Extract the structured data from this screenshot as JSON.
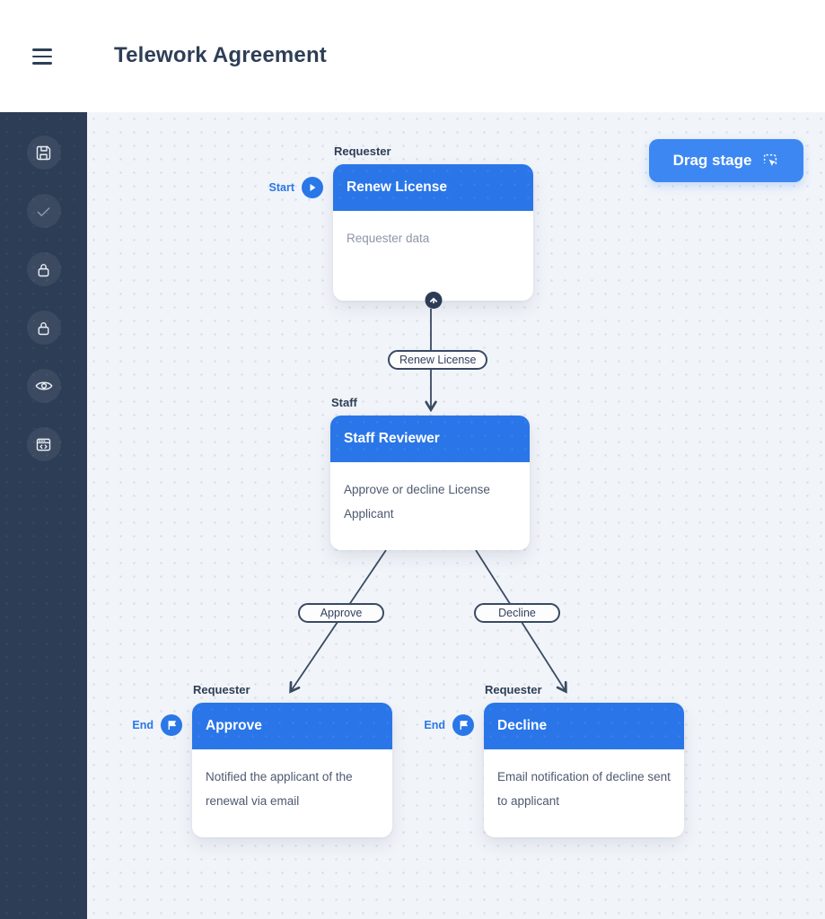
{
  "header": {
    "title": "Telework Agreement",
    "menu_icon": "hamburger-icon"
  },
  "sidebar": {
    "items": [
      {
        "icon": "save-icon"
      },
      {
        "icon": "check-icon"
      },
      {
        "icon": "lock-icon"
      },
      {
        "icon": "lock-icon"
      },
      {
        "icon": "eye-icon"
      },
      {
        "icon": "code-window-icon"
      }
    ]
  },
  "toolbar": {
    "drag_stage_label": "Drag stage",
    "drag_stage_icon": "drag-cursor-icon"
  },
  "workflow": {
    "nodes": [
      {
        "role": "Requester",
        "badge": "Start",
        "badge_icon": "play-icon",
        "title": "Renew License",
        "body": "Requester data"
      },
      {
        "role": "Staff",
        "badge": "",
        "title": "Staff Reviewer",
        "body": "Approve or decline  License Applicant"
      },
      {
        "role": "Requester",
        "badge": "End",
        "badge_icon": "flag-icon",
        "title": "Approve",
        "body": "Notified the applicant of the renewal via email"
      },
      {
        "role": "Requester",
        "badge": "End",
        "badge_icon": "flag-icon",
        "title": "Decline",
        "body": "Email notification of decline sent to applicant"
      }
    ],
    "edges": [
      {
        "label": "Renew License",
        "from": "Renew License",
        "to": "Staff Reviewer"
      },
      {
        "label": "Approve",
        "from": "Staff Reviewer",
        "to": "Approve"
      },
      {
        "label": "Decline",
        "from": "Staff Reviewer",
        "to": "Decline"
      }
    ]
  },
  "colors": {
    "accent": "#2a76e8",
    "sidebar": "#2d3d55",
    "canvas": "#f1f4f9",
    "ink": "#2e3e56"
  }
}
